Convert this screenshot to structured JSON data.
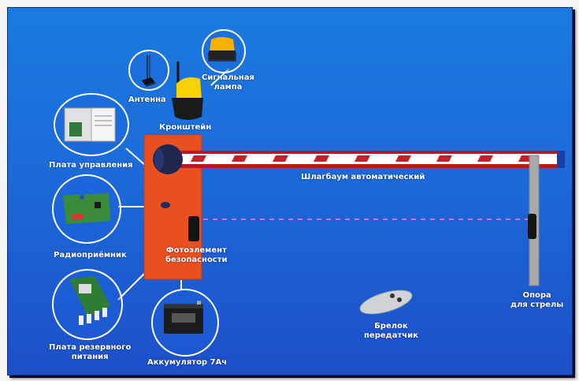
{
  "labels": {
    "antenna": "Антенна",
    "signal_lamp_1": "Сигнальная",
    "signal_lamp_2": "лампа",
    "bracket": "Кронштейн",
    "control_board": "Плата управления",
    "radio_receiver": "Радиоприёмник",
    "backup_board_1": "Плата резервного",
    "backup_board_2": "питания",
    "battery": "Аккумулятор 7Ач",
    "barrier": "Шлагбаум автоматический",
    "photocell_1": "Фотоэлемент",
    "photocell_2": "безопасности",
    "keyfob_1": "Брелок",
    "keyfob_2": "передатчик",
    "support_1": "Опора",
    "support_2": "для стрелы"
  },
  "colors": {
    "background": "#1c6ad8",
    "housing": "#e8501f",
    "boom_stripe": "#c8202a",
    "lamp": "#f5c400",
    "beam": "#d070e0"
  }
}
